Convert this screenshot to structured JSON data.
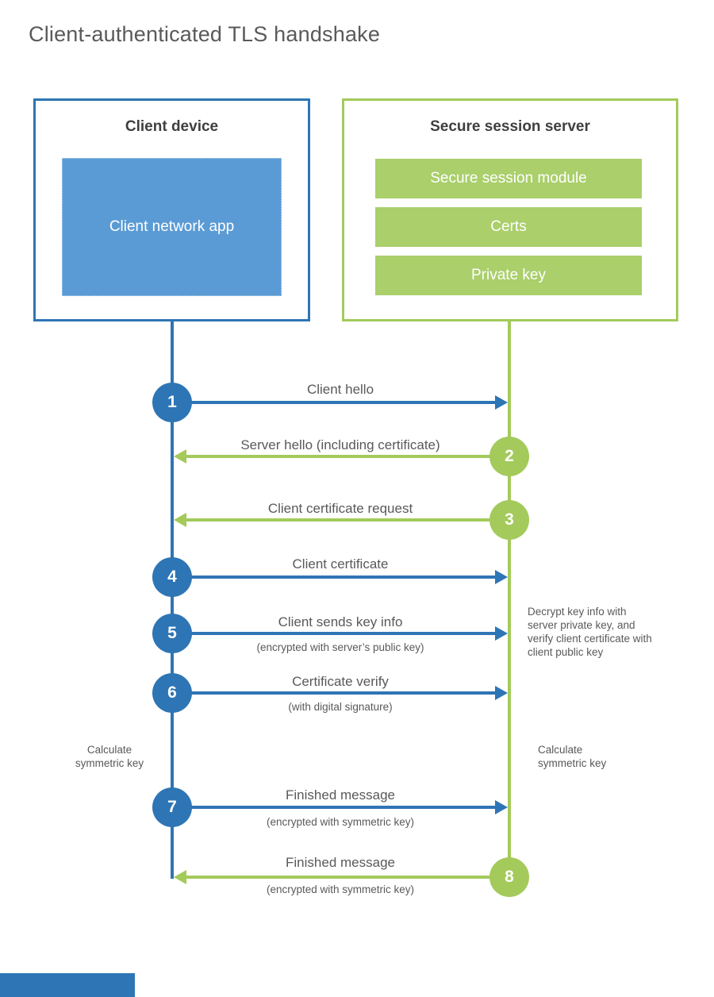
{
  "title": "Client-authenticated TLS handshake",
  "colors": {
    "blue": "#2e75b5",
    "light_blue": "#5b9bd5",
    "green": "#a3ca5b",
    "light_green": "#aacf6b",
    "heading_text": "#3f3f3f",
    "body_text": "#595959"
  },
  "client": {
    "title": "Client device",
    "app": "Client network app"
  },
  "server": {
    "title": "Secure session server",
    "modules": [
      "Secure session module",
      "Certs",
      "Private key"
    ]
  },
  "steps": [
    {
      "num": "1",
      "label": "Client hello",
      "sub": "",
      "from": "client"
    },
    {
      "num": "2",
      "label": "Server hello (including certificate)",
      "sub": "",
      "from": "server"
    },
    {
      "num": "3",
      "label": "Client certificate request",
      "sub": "",
      "from": "server"
    },
    {
      "num": "4",
      "label": "Client certificate",
      "sub": "",
      "from": "client"
    },
    {
      "num": "5",
      "label": "Client sends key info",
      "sub": "(encrypted with server’s public key)",
      "from": "client"
    },
    {
      "num": "6",
      "label": "Certificate verify",
      "sub": "(with digital signature)",
      "from": "client"
    },
    {
      "num": "7",
      "label": "Finished message",
      "sub": "(encrypted with symmetric key)",
      "from": "client"
    },
    {
      "num": "8",
      "label": "Finished message",
      "sub": "(encrypted with symmetric key)",
      "from": "server"
    }
  ],
  "annotations": {
    "decrypt_note": "Decrypt key info with server private key, and verify client certificate with client public key",
    "calculate_left": "Calculate symmetric key",
    "calculate_right": "Calculate symmetric key"
  }
}
